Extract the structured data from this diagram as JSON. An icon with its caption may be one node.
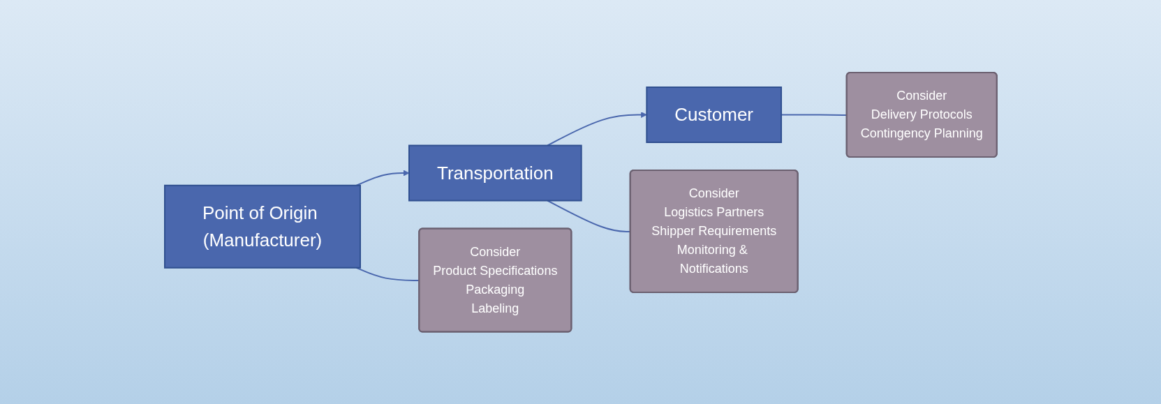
{
  "diagram": {
    "nodes": [
      {
        "text": [
          "Point of Origin (Manufacturer)"
        ]
      },
      {
        "text": [
          "Transportation"
        ]
      },
      {
        "text": [
          "Customer"
        ]
      },
      {
        "text": [
          "Consider",
          "Product Specifications",
          "Packaging",
          "Labeling"
        ]
      },
      {
        "text": [
          "Consider",
          "Logistics Partners",
          "Shipper Requirements",
          "Monitoring & Notifications"
        ]
      },
      {
        "text": [
          "Consider",
          "Delivery Protocols",
          "Contingency Planning"
        ]
      }
    ],
    "edges": [
      {
        "from": 0,
        "to": 1,
        "arrow": "to"
      },
      {
        "from": 1,
        "to": 2,
        "arrow": "to"
      },
      {
        "from": 0,
        "to": 3,
        "arrow": "none"
      },
      {
        "from": 1,
        "to": 4,
        "arrow": "none"
      },
      {
        "from": 2,
        "to": 5,
        "arrow": "none"
      }
    ]
  }
}
